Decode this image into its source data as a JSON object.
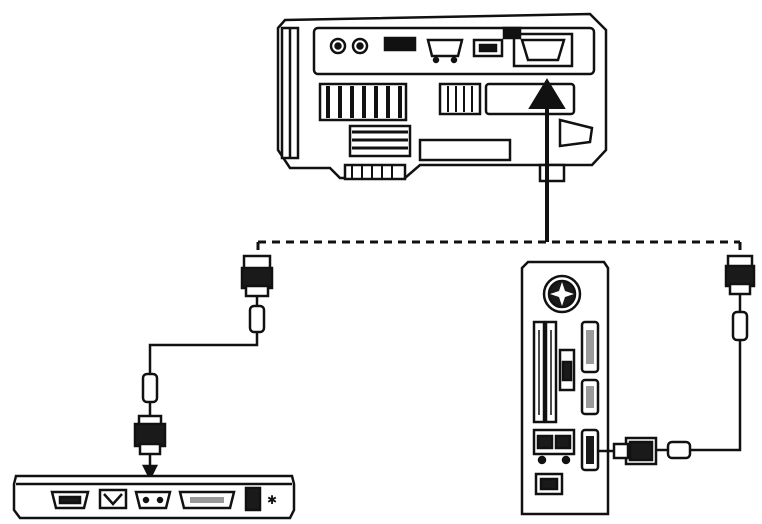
{
  "diagram": {
    "components": [
      {
        "id": "projector",
        "icon": "projector-icon"
      },
      {
        "id": "laptop",
        "icon": "laptop-icon"
      },
      {
        "id": "desktop",
        "icon": "desktop-tower-icon"
      },
      {
        "id": "vga-cable-laptop",
        "icon": "vga-cable-icon"
      },
      {
        "id": "vga-cable-desktop",
        "icon": "vga-cable-icon"
      }
    ],
    "connections": [
      {
        "from": "laptop",
        "to": "projector",
        "style": "dashed"
      },
      {
        "from": "desktop",
        "to": "projector",
        "style": "dashed"
      },
      {
        "from": "junction",
        "to": "projector",
        "style": "arrow"
      }
    ],
    "colors": {
      "stroke": "#111111",
      "fill_light": "#ffffff",
      "fill_dark": "#1a1a1a",
      "fill_mid": "#9a9a9a"
    }
  }
}
